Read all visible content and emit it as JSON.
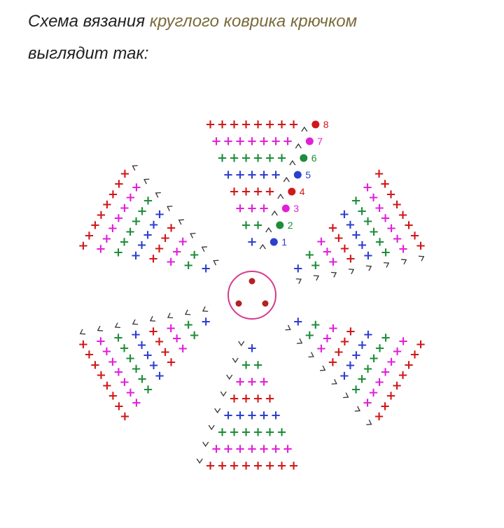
{
  "caption": {
    "prefix": "Схема вязания ",
    "link_text": "круглого коврика крючком",
    "suffix": "выглядит так:"
  },
  "colors": {
    "link": "#7a6a3a",
    "text": "#222222",
    "ring": "#d63a8c",
    "ch_stitch": "#b22222"
  },
  "round_colors": [
    "#2d3fd0",
    "#1e8c3a",
    "#e020d8",
    "#d01818",
    "#2d3fd0",
    "#1e8c3a",
    "#e020d8",
    "#d01818"
  ],
  "rounds": [
    {
      "label": "1",
      "stitches": 1
    },
    {
      "label": "2",
      "stitches": 2
    },
    {
      "label": "3",
      "stitches": 3
    },
    {
      "label": "4",
      "stitches": 4
    },
    {
      "label": "5",
      "stitches": 5
    },
    {
      "label": "6",
      "stitches": 6
    },
    {
      "label": "7",
      "stitches": 7
    },
    {
      "label": "8",
      "stitches": 8
    }
  ],
  "wedge_count": 6,
  "symbols": {
    "single_crochet": "+",
    "increase": "V",
    "chain": "ch"
  }
}
